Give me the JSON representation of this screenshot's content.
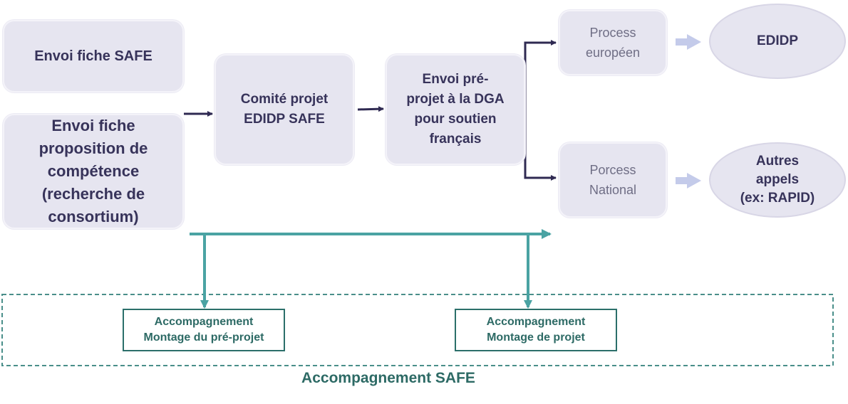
{
  "boxes": {
    "envoi_fiche_safe": "Envoi fiche SAFE",
    "envoi_fiche_proposition": "Envoi fiche\nproposition de\ncompétence\n(recherche de\nconsortium)",
    "comite_projet": "Comité projet\nEDIDP SAFE",
    "envoi_pre_projet": "Envoi pré-\nprojet à la DGA\npour soutien\nfrançais",
    "process_europeen": "Process\neuropéen",
    "process_national": "Porcess\nNational",
    "edidp": "EDIDP",
    "autres_appels": "Autres\nappels\n(ex: RAPID)"
  },
  "accompagnement": {
    "pre_projet": "Accompagnement\nMontage du pré-projet",
    "projet": "Accompagnement\nMontage de projet",
    "title": "Accompagnement SAFE"
  },
  "colors": {
    "box_fill": "#e6e5f0",
    "dark_arrow": "#2f2a52",
    "teal": "#4aa3a3",
    "light_arrow": "#c4cbea",
    "teal_text": "#2d6a65"
  }
}
